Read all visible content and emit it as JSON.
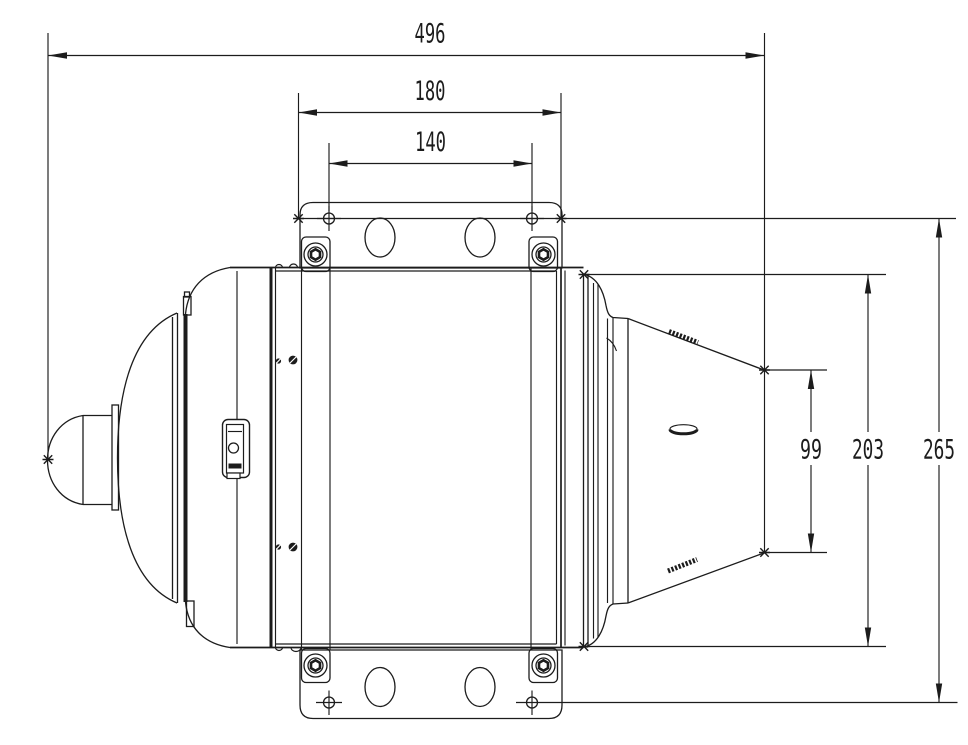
{
  "drawing": {
    "kind": "technical-dimension-drawing",
    "view": "side-elevation-of-gimbal-searchlight-housing",
    "dimensions": {
      "overall_width": "496",
      "bracket_width": "180",
      "hole_spacing": "140",
      "aperture_height": "99",
      "rear_height": "203",
      "mount_height": "265"
    }
  },
  "colors": {
    "line": "#1c1c1c",
    "bg": "#ffffff"
  }
}
